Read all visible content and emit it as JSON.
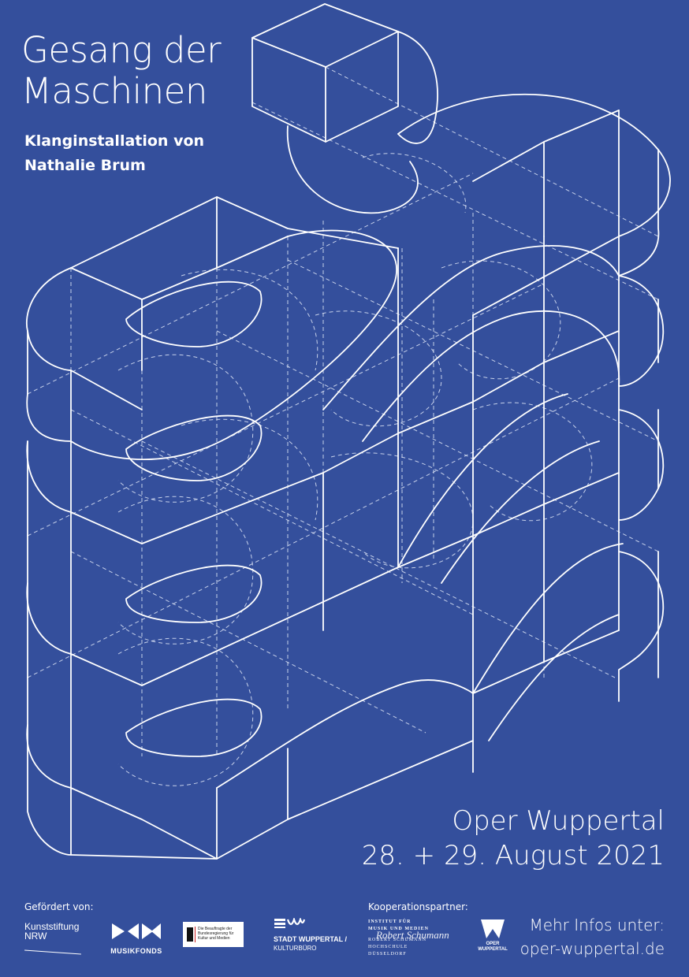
{
  "poster": {
    "title_line1": "Gesang der",
    "title_line2": "Maschinen",
    "subtitle_line1": "Klanginstallation von",
    "subtitle_line2": "Nathalie Brum",
    "venue": "Oper Wuppertal",
    "dates": "28. + 29. August 2021"
  },
  "footer": {
    "funding_label": "Gefördert von:",
    "partner_label": "Kooperationspartner:",
    "more_info_label": "Mehr Infos unter:",
    "website": "oper-wuppertal.de"
  },
  "logos": {
    "kunststiftung_line1": "Kunststiftung",
    "kunststiftung_line2": "NRW",
    "musikfonds": "MUSIKFONDS",
    "bund_text": "Die Beauftragte der Bundesregierung für Kultur und Medien",
    "stadt_line1": "STADT WUPPERTAL /",
    "stadt_line2": "KULTURBÜRO",
    "institut_line1": "INSTITUT FÜR",
    "institut_line2": "MUSIK UND MEDIEN",
    "institut_sig": "Robert Schumann",
    "institut_line3": "ROBERT SCHUMANN",
    "institut_line4": "HOCHSCHULE",
    "institut_line5": "DÜSSELDORF",
    "oper_line1": "OPER",
    "oper_line2": "WUPPERTAL"
  },
  "colors": {
    "background": "#344f9c",
    "foreground": "#ffffff"
  }
}
